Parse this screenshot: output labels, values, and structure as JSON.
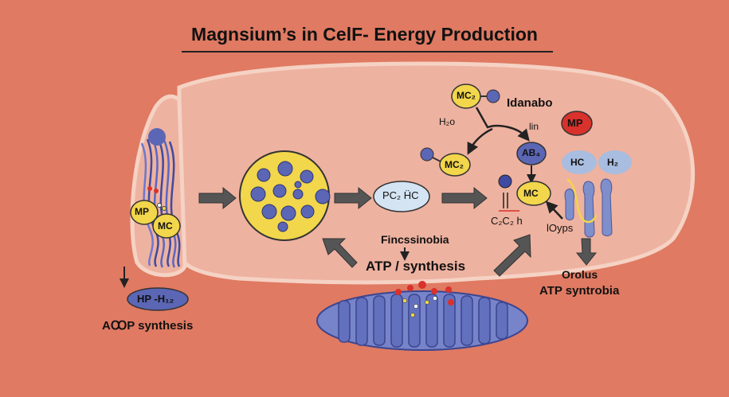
{
  "title": "Magnsium’s in CelF- Energy Production",
  "labels": {
    "mp_left": "MP",
    "mc_left": "MC",
    "hp_h12": "HP -H₁₂",
    "atp_synthesis_left": "AꝎP synthesis",
    "pc2hc": "PC₂ ḦC",
    "fincssinobia": "Fincssinobia",
    "atp_synthesis_center": "ATP / synthesis",
    "mc2_top": "MC₂",
    "h2o": "H₂o",
    "idanabo": "Idanabo",
    "lin": "lin",
    "mp_red": "MP",
    "mc2_mid": "MC₂",
    "ab4": "AB₄",
    "mc_right": "MC",
    "hc": "HC",
    "h2": "H₂",
    "c2c2h": "C₂C₂ h",
    "ioyps": "lOyps",
    "orolus": "Orolus",
    "atp_syntrobia": "ATP syntrobia"
  },
  "colors": {
    "background": "#e07a62",
    "cell": "#eeb2a0",
    "cell_border": "#f5d2c4",
    "yellow": "#f2d64b",
    "blue": "#5b66b5",
    "light_blue": "#d4e4f3",
    "mito": "#7784c9",
    "red": "#d9312b",
    "arrow": "#555555"
  }
}
